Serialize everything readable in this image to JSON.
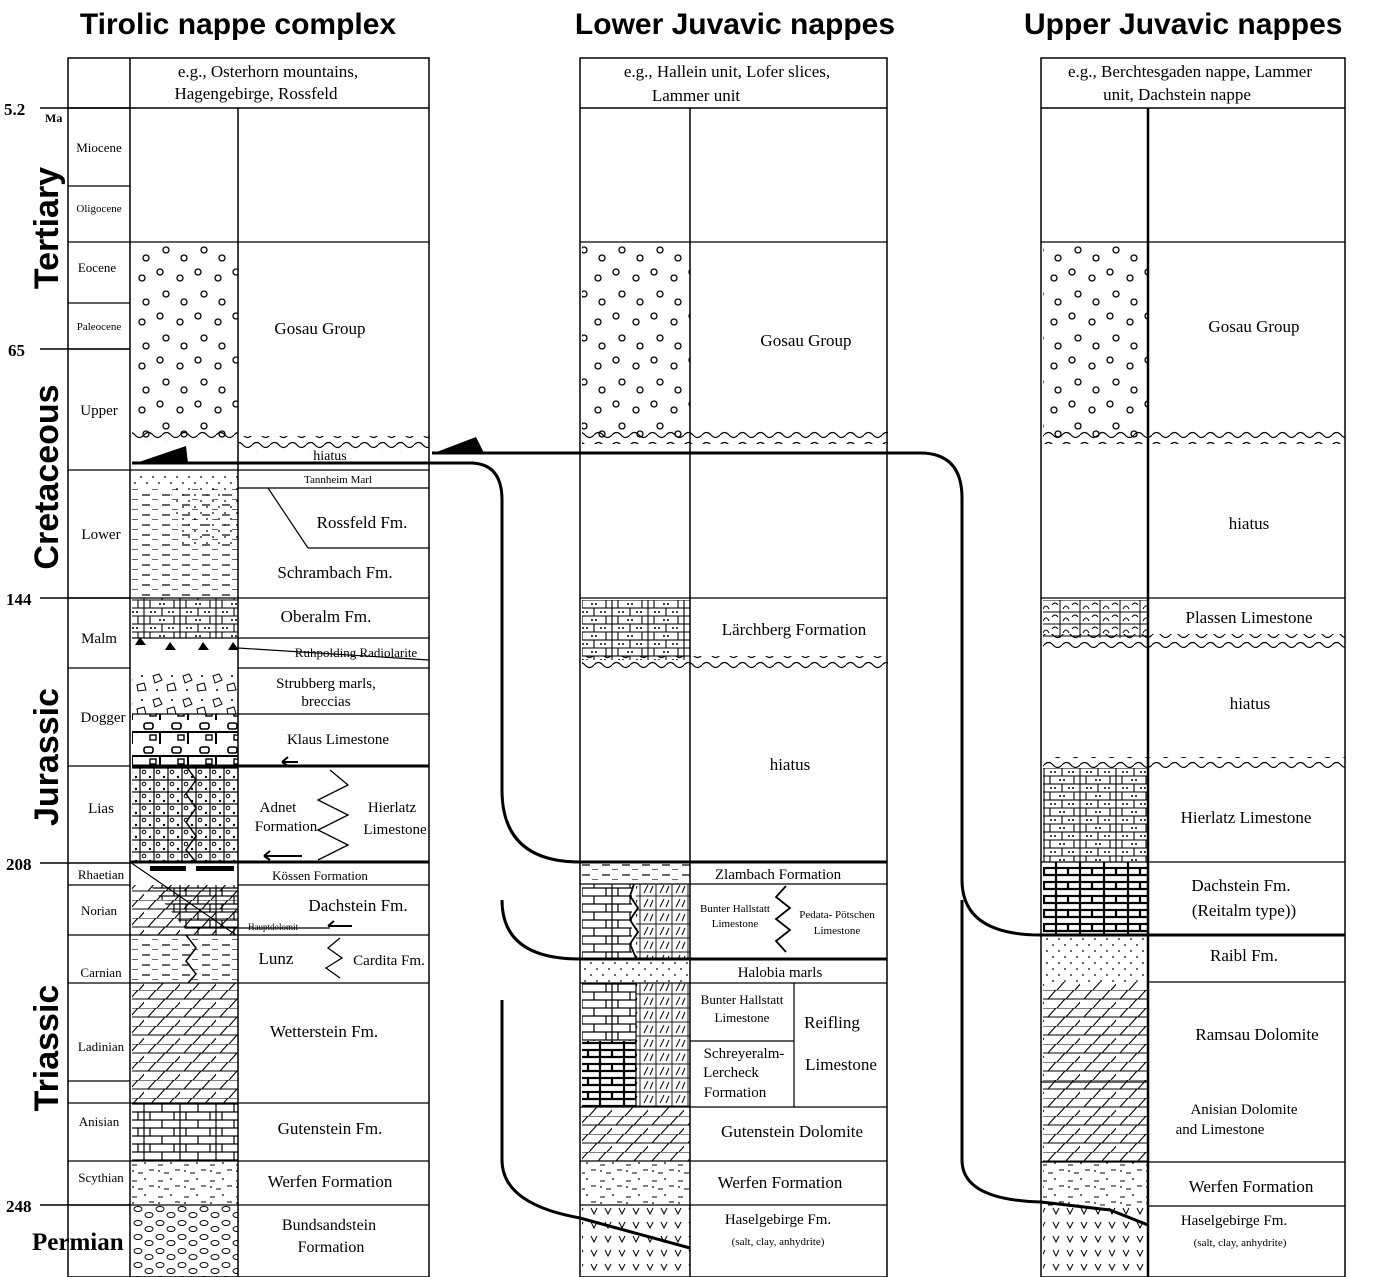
{
  "headers": {
    "tirolic": "Tirolic nappe complex",
    "lower": "Lower Juvavic nappes",
    "upper": "Upper Juvavic nappes"
  },
  "age_axis": {
    "unit": "Ma",
    "ticks": [
      "5.2",
      "65",
      "144",
      "208",
      "248"
    ]
  },
  "periods": [
    "Tertiary",
    "Cretaceous",
    "Jurassic",
    "Triassic",
    "Permian"
  ],
  "epochs": [
    "Miocene",
    "Oligocene",
    "Eocene",
    "Paleocene",
    "Upper",
    "Lower",
    "Malm",
    "Dogger",
    "Lias",
    "Rhaetian",
    "Norian",
    "Carnian",
    "Ladinian",
    "Anisian",
    "Scythian"
  ],
  "tirolic": {
    "example": [
      "e.g., Osterhorn mountains,",
      "Hagengebirge, Rossfeld"
    ],
    "units": {
      "gosau": "Gosau Group",
      "hiatus": "hiatus",
      "tannheim": "Tannheim Marl",
      "rossfeld": "Rossfeld Fm.",
      "schrambach": "Schrambach Fm.",
      "oberalm": "Oberalm Fm.",
      "ruhpolding": "Ruhpolding Radiolarite",
      "strubberg1": "Strubberg marls,",
      "strubberg2": "breccias",
      "klaus": "Klaus Limestone",
      "adnet1": "Adnet",
      "adnet2": "Formation",
      "hierlatz1": "Hierlatz",
      "hierlatz2": "Limestone",
      "kossen": "Kössen Formation",
      "dachstein": "Dachstein Fm.",
      "hauptdolomit": "Hauptdolomit",
      "lunz": "Lunz",
      "cardita": "Cardita Fm.",
      "wetterstein": "Wetterstein Fm.",
      "gutenstein": "Gutenstein Fm.",
      "werfen": "Werfen Formation",
      "bunt1": "Bundsandstein",
      "bunt2": "Formation"
    }
  },
  "lower": {
    "example": [
      "e.g., Hallein unit, Lofer slices,",
      "Lammer unit"
    ],
    "units": {
      "gosau": "Gosau Group",
      "larchberg": "Lärchberg Formation",
      "hiatus": "hiatus",
      "zlambach": "Zlambach Formation",
      "bunter1a": "Bunter Hallstatt",
      "bunter1b": "Limestone",
      "pedata1": "Pedata- Pötschen",
      "pedata2": "Limestone",
      "halobia": "Halobia marls",
      "bunter2a": "Bunter Hallstatt",
      "bunter2b": "Limestone",
      "reifling1": "Reifling",
      "reifling2": "Limestone",
      "schrey1": "Schreyeralm-",
      "schrey2": "Lercheck",
      "schrey3": "Formation",
      "gutenstein": "Gutenstein Dolomite",
      "werfen": "Werfen Formation",
      "hasel": "Haselgebirge Fm.",
      "haselsub": "(salt, clay, anhydrite)"
    }
  },
  "upper": {
    "example": [
      "e.g., Berchtesgaden nappe, Lammer",
      "unit, Dachstein nappe"
    ],
    "units": {
      "gosau": "Gosau Group",
      "hiatus1": "hiatus",
      "plassen": "Plassen Limestone",
      "hiatus2": "hiatus",
      "hierlatz": "Hierlatz Limestone",
      "dachstein1": "Dachstein Fm.",
      "dachstein2": "(Reitalm type))",
      "raibl": "Raibl Fm.",
      "ramsau": "Ramsau Dolomite",
      "anisian1": "Anisian Dolomite",
      "anisian2": "and Limestone",
      "werfen": "Werfen Formation",
      "hasel": "Haselgebirge Fm.",
      "haselsub": "(salt, clay, anhydrite)"
    }
  }
}
